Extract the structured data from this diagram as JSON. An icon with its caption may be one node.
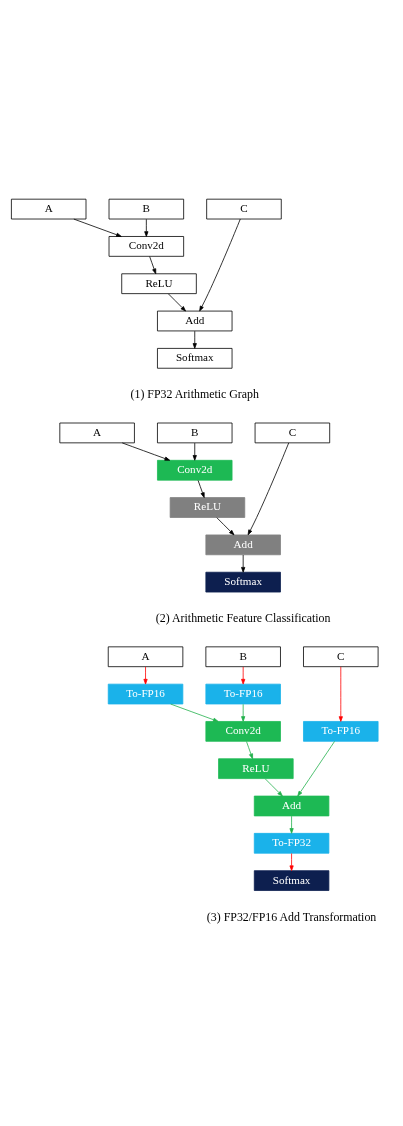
{
  "diagram": {
    "nodes": [
      {
        "text": [
          "A"
        ]
      },
      {
        "text": [
          "B"
        ]
      },
      {
        "text": [
          "C"
        ]
      },
      {
        "text": [
          "Conv2d"
        ]
      },
      {
        "text": [
          "ReLU"
        ]
      },
      {
        "text": [
          "Add"
        ]
      },
      {
        "text": [
          "Softmax"
        ]
      },
      {
        "text": [
          "A"
        ]
      },
      {
        "text": [
          "B"
        ]
      },
      {
        "text": [
          "C"
        ]
      },
      {
        "text": [
          "Conv2d"
        ]
      },
      {
        "text": [
          "ReLU"
        ]
      },
      {
        "text": [
          "Add"
        ]
      },
      {
        "text": [
          "Softmax"
        ]
      },
      {
        "text": [
          "A"
        ]
      },
      {
        "text": [
          "B"
        ]
      },
      {
        "text": [
          "C"
        ]
      },
      {
        "text": [
          "To-FP16"
        ]
      },
      {
        "text": [
          "To-FP16"
        ]
      },
      {
        "text": [
          "To-FP16"
        ]
      },
      {
        "text": [
          "Conv2d"
        ]
      },
      {
        "text": [
          "ReLU"
        ]
      },
      {
        "text": [
          "Add"
        ]
      },
      {
        "text": [
          "To-FP32"
        ]
      },
      {
        "text": [
          "Softmax"
        ]
      }
    ],
    "edges": [
      {
        "from": 0,
        "to": 3,
        "arrow": "to"
      },
      {
        "from": 1,
        "to": 3,
        "arrow": "to"
      },
      {
        "from": 3,
        "to": 4,
        "arrow": "to"
      },
      {
        "from": 4,
        "to": 5,
        "arrow": "to"
      },
      {
        "from": 2,
        "to": 5,
        "arrow": "to"
      },
      {
        "from": 5,
        "to": 6,
        "arrow": "to"
      },
      {
        "from": 7,
        "to": 10,
        "arrow": "to"
      },
      {
        "from": 8,
        "to": 10,
        "arrow": "to"
      },
      {
        "from": 10,
        "to": 11,
        "arrow": "to"
      },
      {
        "from": 11,
        "to": 12,
        "arrow": "to"
      },
      {
        "from": 9,
        "to": 12,
        "arrow": "to"
      },
      {
        "from": 12,
        "to": 13,
        "arrow": "to"
      },
      {
        "from": 14,
        "to": 17,
        "arrow": "to",
        "color": "#ff0000"
      },
      {
        "from": 15,
        "to": 18,
        "arrow": "to",
        "color": "#ff0000"
      },
      {
        "from": 16,
        "to": 19,
        "arrow": "to",
        "color": "#ff0000"
      },
      {
        "from": 17,
        "to": 20,
        "arrow": "to",
        "color": "#22b14c"
      },
      {
        "from": 18,
        "to": 20,
        "arrow": "to",
        "color": "#22b14c"
      },
      {
        "from": 20,
        "to": 21,
        "arrow": "to",
        "color": "#22b14c"
      },
      {
        "from": 21,
        "to": 22,
        "arrow": "to",
        "color": "#22b14c"
      },
      {
        "from": 19,
        "to": 22,
        "arrow": "to",
        "color": "#22b14c"
      },
      {
        "from": 22,
        "to": 23,
        "arrow": "to",
        "color": "#22b14c"
      },
      {
        "from": 23,
        "to": 24,
        "arrow": "to",
        "color": "#ff0000"
      }
    ],
    "labels": [
      "(1) FP32 Arithmetic Graph",
      "(2) Arithmetic Feature Classification",
      "(3) FP32/FP16 Add Transformation"
    ]
  }
}
